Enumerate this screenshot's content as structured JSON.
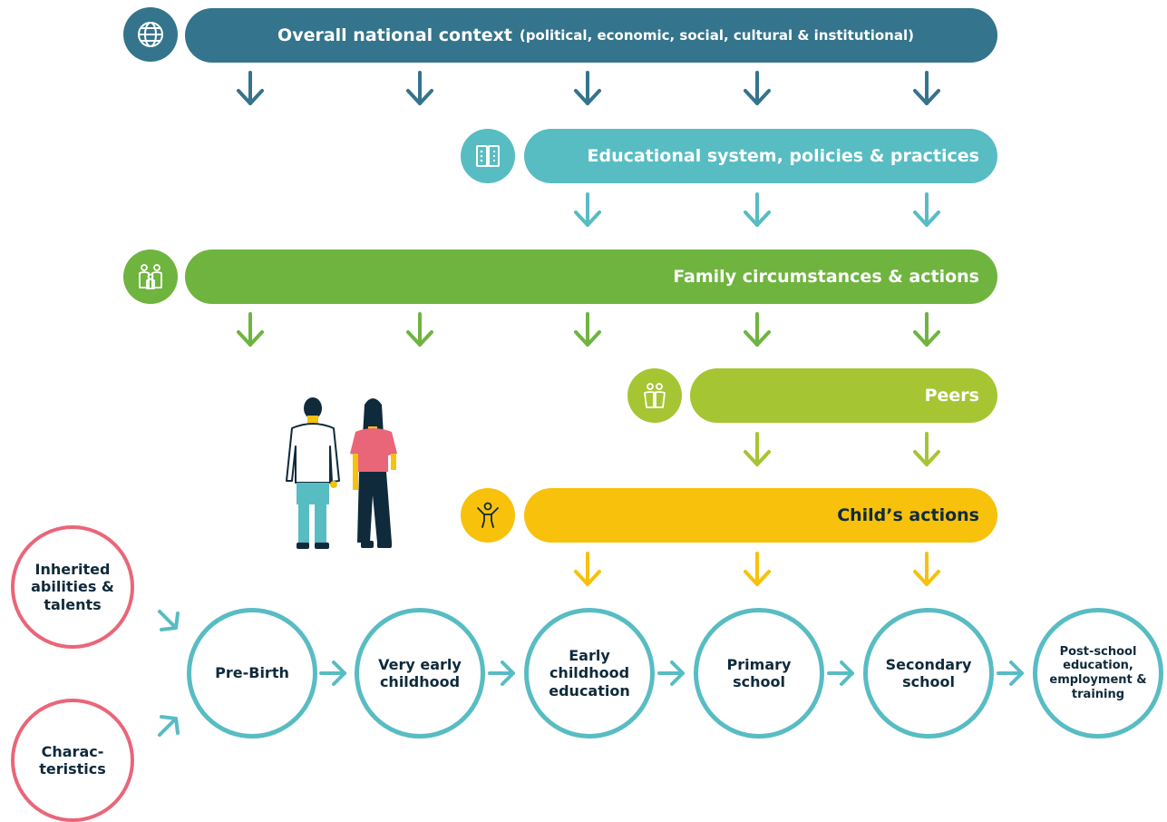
{
  "banners": {
    "national": {
      "title": "Overall national context",
      "subtitle": "(political, economic, social, cultural & institutional)",
      "color": "#34748c",
      "icon": "globe-icon"
    },
    "education": {
      "title": "Educational system, policies & practices",
      "color": "#58bcc3",
      "icon": "book-icon"
    },
    "family": {
      "title": "Family circumstances & actions",
      "color": "#6fb43f",
      "icon": "family-icon"
    },
    "peers": {
      "title": "Peers",
      "color": "#a6c533",
      "icon": "peers-icon"
    },
    "child": {
      "title": "Child’s actions",
      "color": "#f7c10c",
      "icon": "child-icon"
    }
  },
  "factors": [
    {
      "label": "Inherited abilities & talents"
    },
    {
      "label": "Charac-teristics"
    }
  ],
  "stages": [
    {
      "label": "Pre-Birth"
    },
    {
      "label": "Very early childhood"
    },
    {
      "label": "Early childhood education"
    },
    {
      "label": "Primary school"
    },
    {
      "label": "Secondary school"
    },
    {
      "label": "Post-school education, employment & training"
    }
  ],
  "colors": {
    "stage_border": "#58bcc3",
    "factor_border": "#e96678",
    "text_dark": "#0f2a3b",
    "person_shirt_pink": "#e96678",
    "person_pants_teal": "#58bcc3",
    "person_skin_yellow": "#f7c10c"
  }
}
